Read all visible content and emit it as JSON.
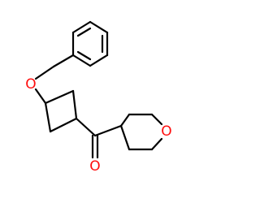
{
  "molecule": {
    "atoms": {
      "ether_oxygen": "O",
      "carbonyl_oxygen": "O",
      "ring_oxygen": "O"
    },
    "colors": {
      "bond": "#000000",
      "heteroatom_oxygen": "#ff0d0d",
      "background": "#ffffff"
    }
  }
}
